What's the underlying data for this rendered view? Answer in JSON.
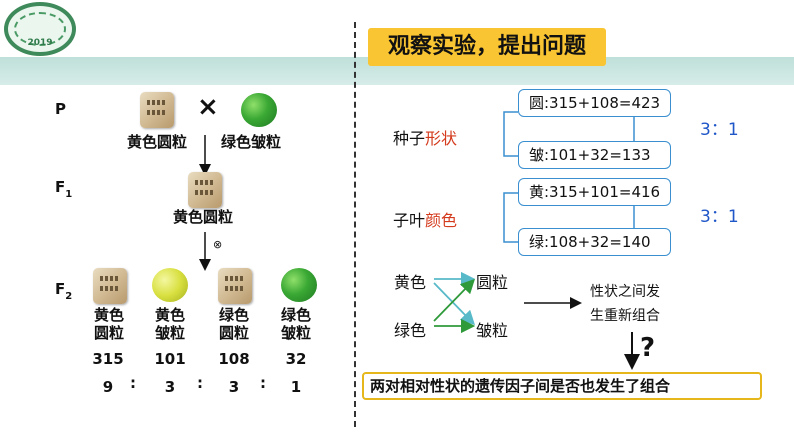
{
  "header": {
    "logo_year": "2019",
    "title": "观察实验，提出问题"
  },
  "left": {
    "p_label": "P",
    "cross": "×",
    "parent_yellow_round": "黄色圆粒",
    "parent_green_wrinkled": "绿色皱粒",
    "f1_label_main": "F",
    "f1_label_sub": "1",
    "f1_seed": "黄色圆粒",
    "selfing": "⊗",
    "f2_label_main": "F",
    "f2_label_sub": "2",
    "f2": [
      {
        "line1": "黄色",
        "line2": "圆粒",
        "count": "315",
        "ratio": "9"
      },
      {
        "line1": "黄色",
        "line2": "皱粒",
        "count": "101",
        "ratio": "3"
      },
      {
        "line1": "绿色",
        "line2": "圆粒",
        "count": "108",
        "ratio": "3"
      },
      {
        "line1": "绿色",
        "line2": "皱粒",
        "count": "32",
        "ratio": "1"
      }
    ],
    "colon": ":"
  },
  "right": {
    "shape": {
      "label_prefix": "种子",
      "label_highlight": "形状",
      "round": "圆:315+108=423",
      "wrinkled": "皱:101+32=133",
      "ratio": "3：1"
    },
    "color": {
      "label_prefix": "子叶",
      "label_highlight": "颜色",
      "yellow": "黄:315+101=416",
      "green": "绿:108+32=140",
      "ratio": "3：1"
    },
    "recombine": {
      "yellow": "黄色",
      "green": "绿色",
      "round": "圆粒",
      "wrinkled": "皱粒",
      "result_line1": "性状之间发",
      "result_line2": "生重新组合",
      "question_mark": "?"
    },
    "question": "两对相对性状的遗传因子间是否也发生了组合"
  },
  "colors": {
    "band": "#c8e5e0",
    "title_bg": "#f9c533",
    "box_border": "#3a8fd0",
    "highlight": "#d43a1c",
    "ratio": "#1f56c8",
    "arrow_teal": "#58b9c9",
    "arrow_green": "#2f9a3a"
  }
}
